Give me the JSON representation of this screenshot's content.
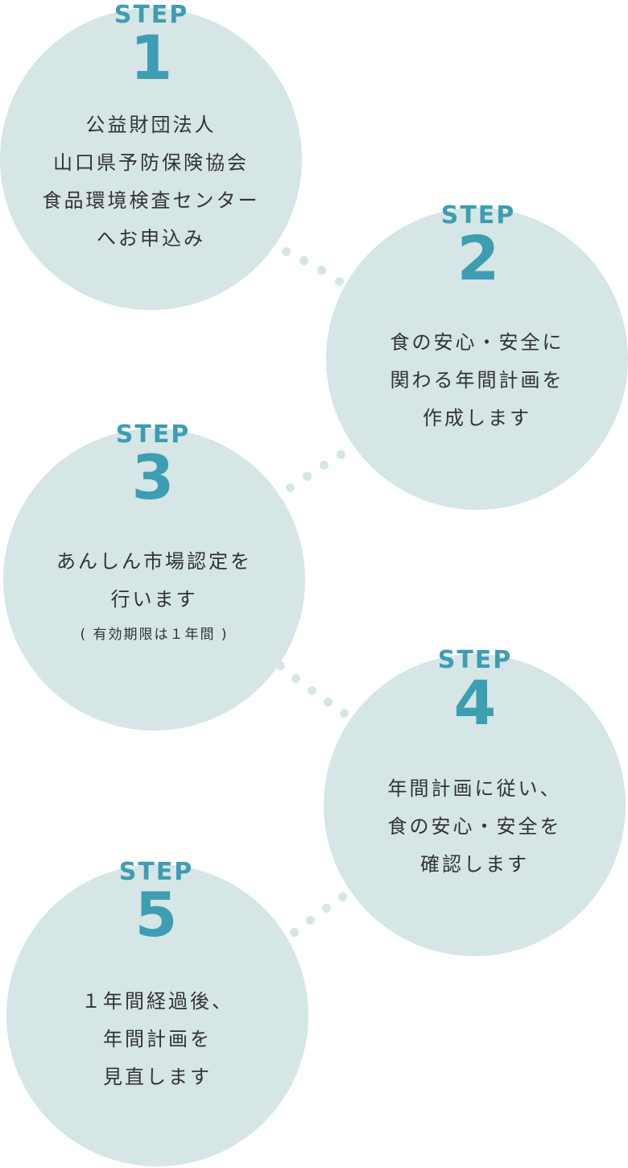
{
  "colors": {
    "circle": "#d6e5e6",
    "accent": "#3d9db3",
    "text": "#333333"
  },
  "steps": [
    {
      "word": "STEP",
      "number": "1",
      "lines": [
        "公益財団法人",
        "山口県予防保険協会",
        "食品環境検査センター",
        "へお申込み"
      ]
    },
    {
      "word": "STEP",
      "number": "2",
      "lines": [
        "食の安心・安全に",
        "関わる年間計画を",
        "作成します"
      ]
    },
    {
      "word": "STEP",
      "number": "3",
      "lines": [
        "あんしん市場認定を",
        "行います"
      ],
      "note": "( 有効期限は１年間 )"
    },
    {
      "word": "STEP",
      "number": "4",
      "lines": [
        "年間計画に従い、",
        "食の安心・安全を",
        "確認します"
      ]
    },
    {
      "word": "STEP",
      "number": "5",
      "lines": [
        "１年間経過後、",
        "年間計画を",
        "見直します"
      ]
    }
  ]
}
